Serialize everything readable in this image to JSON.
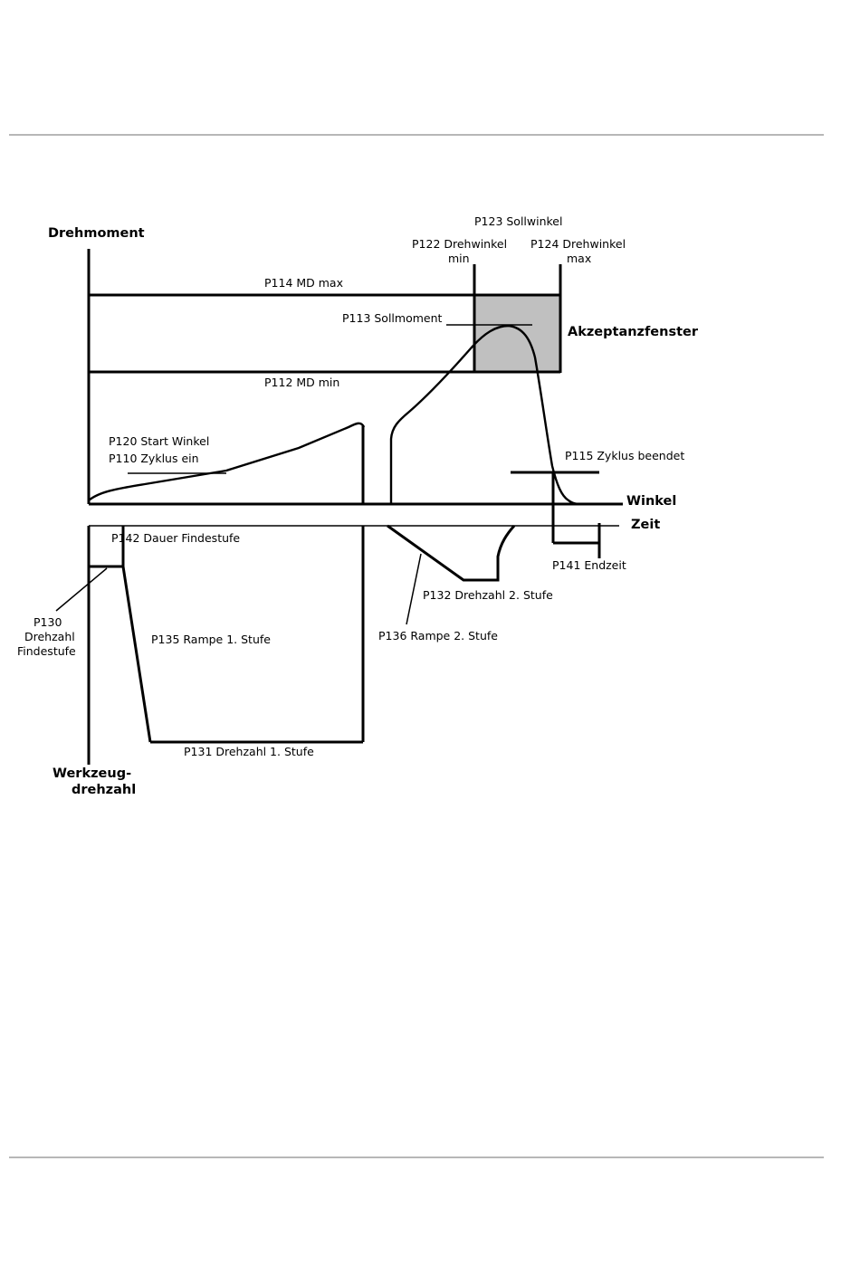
{
  "labels": {
    "drehmoment": "Drehmoment",
    "p123": "P123 Sollwinkel",
    "p122_line1": "P122 Drehwinkel",
    "p122_line2": "min",
    "p124_line1": "P124 Drehwinkel",
    "p124_line2": "max",
    "p114": "P114 MD max",
    "p113": "P113 Sollmoment",
    "akzeptanz": "Akzeptanzfenster",
    "p112": "P112 MD min",
    "p120": "P120 Start Winkel",
    "p110": "P110 Zyklus ein",
    "p115": "P115 Zyklus beendet",
    "winkel": "Winkel",
    "zeit": "Zeit",
    "p142": "P142 Dauer Findestufe",
    "p141": "P141 Endzeit",
    "p132": "P132 Drehzahl 2. Stufe",
    "p130_line1": "P130",
    "p130_line2": "Drehzahl",
    "p130_line3": "Findestufe",
    "p135": "P135 Rampe 1. Stufe",
    "p136": "P136 Rampe 2. Stufe",
    "p131": "P131 Drehzahl 1. Stufe",
    "werkzeug_line1": "Werkzeug-",
    "werkzeug_line2": "drehzahl"
  },
  "colors": {
    "acceptance_window_fill": "#c0c0c0",
    "rule_line": "#8c8c8c",
    "stroke": "#000000"
  }
}
